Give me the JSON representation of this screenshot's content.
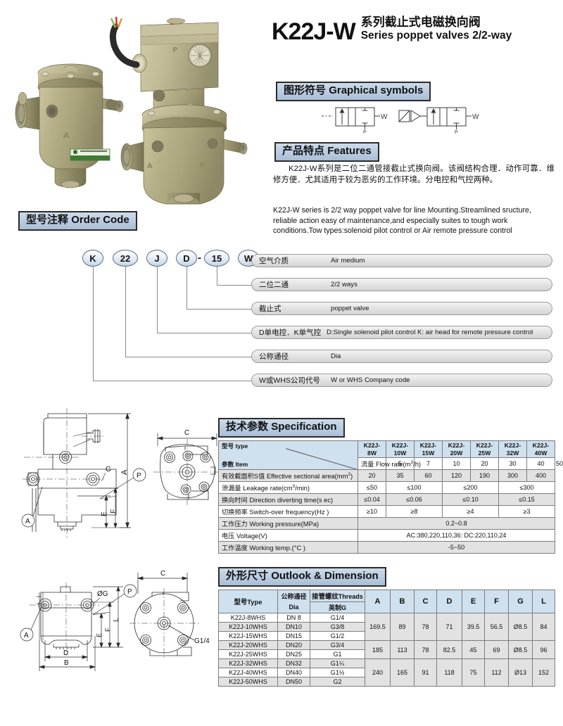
{
  "title": {
    "model": "K22J-W",
    "cn": "系列截止式电磁换向阀",
    "en": "Series poppet valves 2/2-way"
  },
  "photo": {
    "alt": "two-pneumatic-poppet-solenoid-valves"
  },
  "symbols_section": {
    "banner_cn": "图形符号",
    "banner_en": "Graphical symbols",
    "symbol1_port_w": "W",
    "symbol1_port_p": "P",
    "symbol2_port_w": "W",
    "symbol2_port_p": "P"
  },
  "features": {
    "banner_cn": "产品特点",
    "banner_en": "Features",
    "text_cn": "K22J-W系列是二位二通管接截止式换向阀。该阀结构合理．动作可靠．维修方便．尤其适用于较为恶劣的工作环境。分电控和气控两种。",
    "text_en": "K22J-W series is 2/2 way poppet valve for line Mounting.Streamlined sructure, reliable action easy of maintenance,and especially suites to tough work conditions.Tow types:solenoid pilot control or Air remote pressure control"
  },
  "order_code": {
    "banner_cn": "型号注释",
    "banner_en": "Order Code",
    "codes": [
      "K",
      "22",
      "J",
      "D",
      "15",
      "W"
    ],
    "separator": "-",
    "rows": [
      {
        "cn": "空气介质",
        "en": "Air medium"
      },
      {
        "cn": "二位二通",
        "en": "2/2 ways"
      },
      {
        "cn": "截止式",
        "en": "poppet valve"
      },
      {
        "cn": "D单电控．K单气控",
        "en": "D:Single solenoid pilot control K: air head for remote pressure control"
      },
      {
        "cn": "公称通径",
        "en": "Dia"
      },
      {
        "cn": "W或WHS公司代号",
        "en": "W or WHS Company code"
      }
    ]
  },
  "drawings": {
    "view1_labels": [
      "A",
      "G",
      "P",
      "E",
      "F",
      "C"
    ],
    "view1_balloons": [
      "A",
      "P"
    ],
    "view2_labels": [
      "ØG",
      "P",
      "L",
      "F",
      "E",
      "D",
      "B",
      "C",
      "G1/4"
    ],
    "view2_balloons": [
      "A",
      "P"
    ]
  },
  "specification": {
    "banner_cn": "技术参数",
    "banner_en": "Specification",
    "header_corner_top": "型号 type",
    "header_corner_bottom": "参数 Item",
    "columns": [
      "K22J-8W",
      "K22J-10W",
      "K22J-15W",
      "K22J-20W",
      "K22J-25W",
      "K22J-32W",
      "K22J-40W"
    ],
    "column_prefix": "K22J-",
    "column_suffixes": [
      "8W",
      "10W",
      "15W",
      "20W",
      "25W",
      "32W",
      "40W"
    ],
    "rows": [
      {
        "cn": "流量",
        "en": "Flow rate(m3/h)",
        "values": [
          "5",
          "7",
          "10",
          "20",
          "30",
          "40",
          "50"
        ]
      },
      {
        "cn": "有效截面积S值",
        "en": "Effective sectional area(mm2)",
        "values": [
          "20",
          "35",
          "60",
          "120",
          "190",
          "300",
          "400"
        ]
      },
      {
        "cn": "泄漏量",
        "en": "Leakage rate(cm3/min)",
        "values": [
          "≤50",
          "≤100",
          "≤200",
          "≤300"
        ],
        "spans": [
          1,
          2,
          2,
          2
        ]
      },
      {
        "cn": "换向时间",
        "en": "Direction diverting time(s ec)",
        "values": [
          "≤0.04",
          "≤0.06",
          "≤0.10",
          "≤0.15"
        ],
        "spans": [
          1,
          2,
          2,
          2
        ]
      },
      {
        "cn": "切换频率",
        "en": "Switch-over frequency(Hz )",
        "values": [
          "≥10",
          "≥8",
          "≥4",
          "≥3"
        ],
        "spans": [
          1,
          2,
          2,
          2
        ]
      },
      {
        "cn": "工作压力",
        "en": "Working pressure(MPa)",
        "values": [
          "0.2~0.8"
        ],
        "spans": [
          7
        ]
      },
      {
        "cn": "电压",
        "en": "Voltage(V)",
        "values": [
          "AC:380,220,110,36: DC:220,110,24"
        ],
        "spans": [
          7
        ]
      },
      {
        "cn": "工作温度",
        "en": "Working temp.(°C )",
        "values": [
          "-5~50"
        ],
        "spans": [
          7
        ]
      }
    ]
  },
  "dimension": {
    "banner_cn": "外形尺寸",
    "banner_en": "Outlook & Dimension",
    "header": {
      "type_cn": "型号",
      "type_en": "Type",
      "dia_cn": "公称通径",
      "dia_en": "Dia",
      "threads_cn": "接管螺纹",
      "threads_en": "Threads",
      "threads_sub": "英制G",
      "cols": [
        "A",
        "B",
        "C",
        "D",
        "E",
        "F",
        "G",
        "L"
      ]
    },
    "rows": [
      {
        "type": "K22J-8WHS",
        "dia": "DN 8",
        "thread": "G1/4"
      },
      {
        "type": "K22J-10WHS",
        "dia": "DN10",
        "thread": "G3/8"
      },
      {
        "type": "K22J-15WHS",
        "dia": "DN15",
        "thread": "G1/2"
      },
      {
        "type": "K22J-20WHS",
        "dia": "DN20",
        "thread": "G3/4"
      },
      {
        "type": "K22J-25WHS",
        "dia": "DN25",
        "thread": "G1"
      },
      {
        "type": "K22J-32WHS",
        "dia": "DN32",
        "thread": "G1¼"
      },
      {
        "type": "K22J-40WHS",
        "dia": "DN40",
        "thread": "G1½"
      },
      {
        "type": "K22J-50WHS",
        "dia": "DN50",
        "thread": "G2"
      }
    ],
    "groups": [
      {
        "span": 3,
        "A": "169.5",
        "B": "89",
        "C": "78",
        "D": "71",
        "E": "39.5",
        "F": "56.5",
        "G": "Ø8.5",
        "L": "84"
      },
      {
        "span": 2,
        "A": "185",
        "B": "113",
        "C": "78",
        "D": "82.5",
        "E": "45",
        "F": "69",
        "G": "Ø8.5",
        "L": "96"
      },
      {
        "span": 3,
        "A": "240",
        "B": "165",
        "C": "91",
        "D": "118",
        "E": "75",
        "F": "112",
        "G": "Ø13",
        "L": "152"
      }
    ]
  },
  "colors": {
    "banner_fill": "#b9cbe0",
    "banner_border": "#2b2b2b",
    "table_header_blue": "#cfe0ee",
    "zebra": "#e2e2e2",
    "line": "#7d7d7d"
  }
}
